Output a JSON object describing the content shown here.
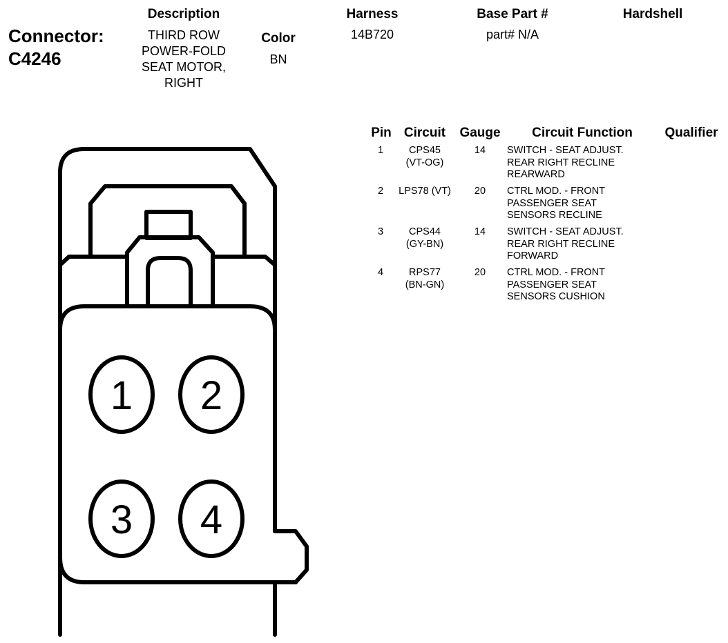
{
  "connector": {
    "label": "Connector:",
    "id": "C4246"
  },
  "headers": {
    "description": "Description",
    "color": "Color",
    "harness": "Harness",
    "base_part": "Base Part #",
    "hardshell": "Hardshell"
  },
  "values": {
    "description_lines": [
      "THIRD ROW",
      "POWER-FOLD",
      "SEAT MOTOR,",
      "RIGHT"
    ],
    "color": "BN",
    "harness": "14B720",
    "base_part": "part# N/A",
    "hardshell": ""
  },
  "table": {
    "columns": [
      "Pin",
      "Circuit",
      "Gauge",
      "Circuit Function",
      "Qualifier"
    ],
    "rows": [
      {
        "pin": "1",
        "circuit": [
          "CPS45",
          "(VT-OG)"
        ],
        "gauge": "14",
        "function": [
          "SWITCH - SEAT ADJUST.",
          "REAR RIGHT RECLINE",
          "REARWARD"
        ],
        "qualifier": ""
      },
      {
        "pin": "2",
        "circuit": [
          "LPS78 (VT)"
        ],
        "gauge": "20",
        "function": [
          "CTRL MOD. - FRONT",
          "PASSENGER SEAT",
          "SENSORS RECLINE"
        ],
        "qualifier": ""
      },
      {
        "pin": "3",
        "circuit": [
          "CPS44",
          "(GY-BN)"
        ],
        "gauge": "14",
        "function": [
          "SWITCH - SEAT ADJUST.",
          "REAR RIGHT RECLINE",
          "FORWARD"
        ],
        "qualifier": ""
      },
      {
        "pin": "4",
        "circuit": [
          "RPS77",
          "(BN-GN)"
        ],
        "gauge": "20",
        "function": [
          "CTRL MOD. - FRONT",
          "PASSENGER SEAT",
          "SENSORS CUSHION"
        ],
        "qualifier": ""
      }
    ]
  },
  "diagram": {
    "pins": [
      "1",
      "2",
      "3",
      "4"
    ]
  }
}
